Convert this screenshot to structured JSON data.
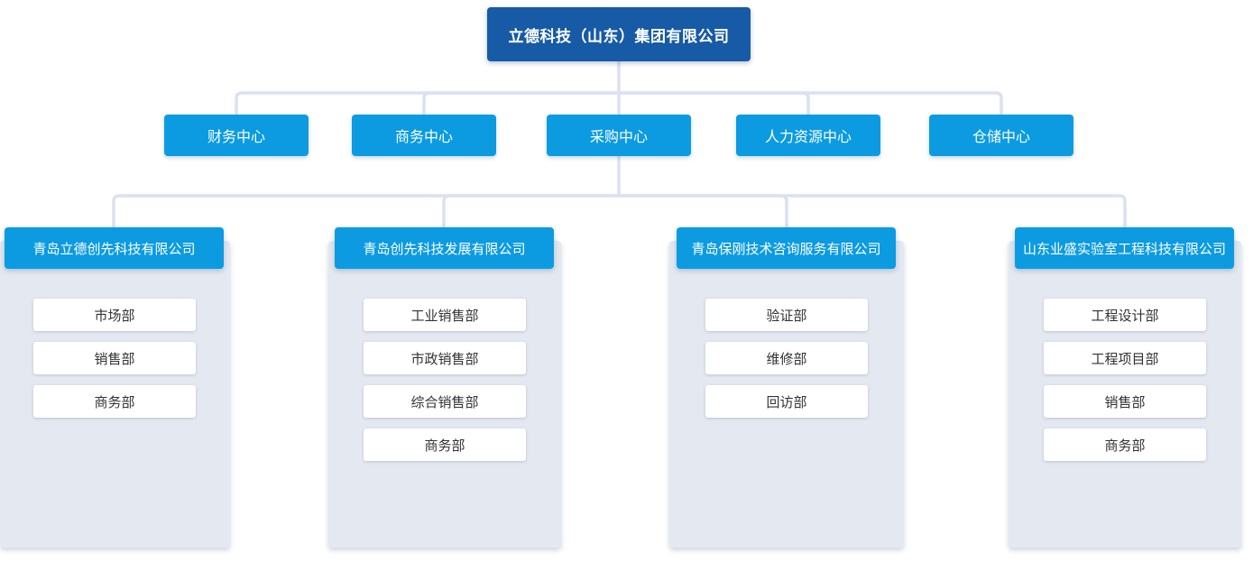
{
  "theme": {
    "root_blue": "#175AA6",
    "accent_blue": "#0C9BE1",
    "line_color": "#DCE1F1",
    "panel_bg": "#E4E8F0",
    "dept_bg": "#FFFFFF",
    "dept_text": "#333333",
    "node_text": "#FFFFFF"
  },
  "root": {
    "label": "立德科技（山东）集团有限公司"
  },
  "centers": [
    {
      "label": "财务中心"
    },
    {
      "label": "商务中心"
    },
    {
      "label": "采购中心"
    },
    {
      "label": "人力资源中心"
    },
    {
      "label": "仓储中心"
    }
  ],
  "companies": [
    {
      "name": "青岛立德创先科技有限公司",
      "departments": [
        "市场部",
        "销售部",
        "商务部"
      ]
    },
    {
      "name": "青岛创先科技发展有限公司",
      "departments": [
        "工业销售部",
        "市政销售部",
        "综合销售部",
        "商务部"
      ]
    },
    {
      "name": "青岛保刚技术咨询服务有限公司",
      "departments": [
        "验证部",
        "维修部",
        "回访部"
      ]
    },
    {
      "name": "山东业盛实验室工程科技有限公司",
      "departments": [
        "工程设计部",
        "工程项目部",
        "销售部",
        "商务部"
      ]
    }
  ]
}
